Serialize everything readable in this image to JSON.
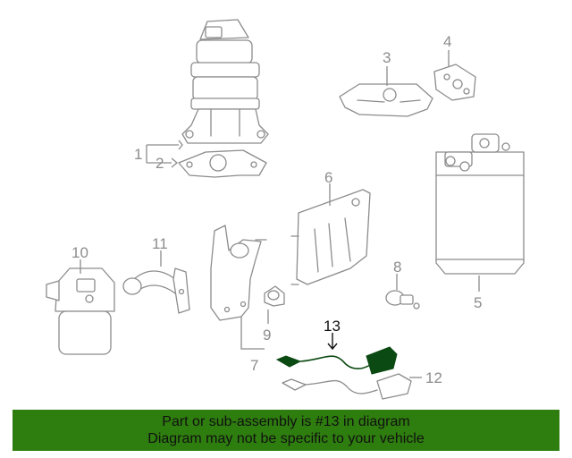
{
  "callouts": {
    "c1": "1",
    "c2": "2",
    "c3": "3",
    "c4": "4",
    "c5": "5",
    "c6": "6",
    "c7": "7",
    "c8": "8",
    "c9": "9",
    "c10": "10",
    "c11": "11",
    "c12": "12",
    "c13": "13"
  },
  "footer": {
    "line1": "Part or sub-assembly is #13 in diagram",
    "line2": "Diagram may not be specific to your vehicle"
  },
  "colors": {
    "banner": "#2e7d0f",
    "highlight_part": "#0b4a12",
    "part_outline": "#8c8c8c"
  }
}
